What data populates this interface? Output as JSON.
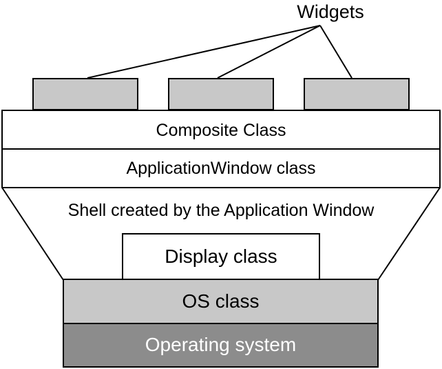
{
  "labels": {
    "widgets": "Widgets",
    "composite": "Composite Class",
    "application_window": "ApplicationWindow class",
    "shell": "Shell created by the Application Window",
    "display": "Display class",
    "os": "OS class",
    "operating_system": "Operating system"
  },
  "colors": {
    "widget_fill": "#c8c8c8",
    "os_fill": "#c8c8c8",
    "operating_system_fill": "#8c8c8c",
    "operating_system_text": "#ffffff",
    "stroke": "#000000"
  }
}
